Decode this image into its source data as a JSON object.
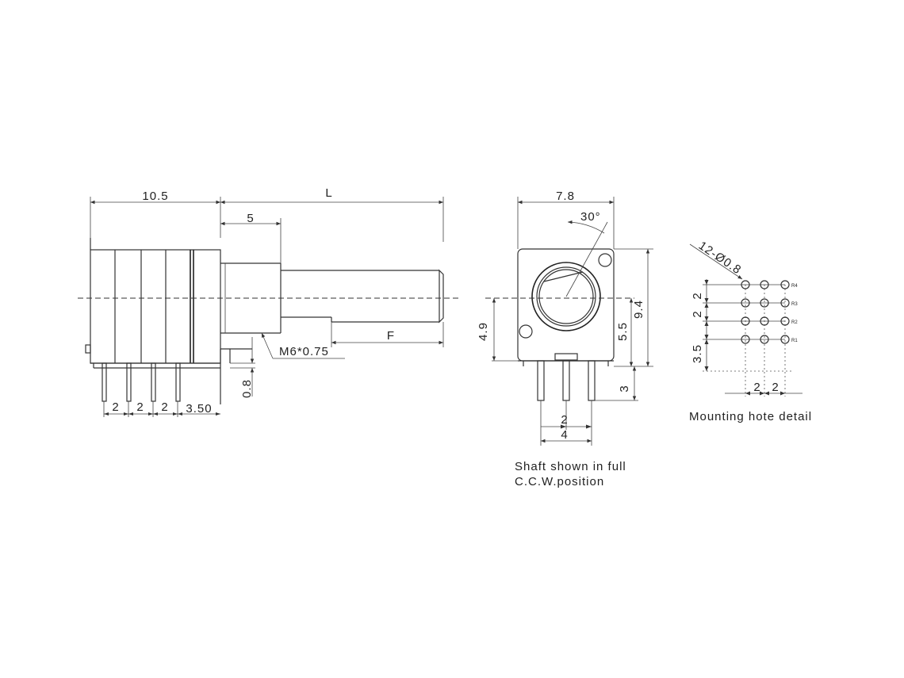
{
  "side_view": {
    "dim_body": "10.5",
    "dim_shaft": "L",
    "dim_bushing": "5",
    "dim_flat": "F",
    "thread": "M6*0.75",
    "dim_pin_offset": "0.8",
    "pin_pitch_1": "2",
    "pin_pitch_2": "2",
    "pin_pitch_3": "2",
    "dim_last": "3.50"
  },
  "front_view": {
    "dim_width": "7.8",
    "angle": "30°",
    "dim_height": "9.4",
    "dim_center": "5.5",
    "dim_left": "4.9",
    "dim_pin_len": "3",
    "dim_pin_pitch": "2",
    "dim_pin_span": "4",
    "caption_line1": "Shaft shown in full",
    "caption_line2": "C.C.W.position"
  },
  "mounting": {
    "hole_dia": "12-Ø0.8",
    "row_pitch_1": "2",
    "row_pitch_2": "2",
    "row_pitch_3": "3.5",
    "col_pitch_1": "2",
    "col_pitch_2": "2",
    "rows": [
      "R4",
      "R3",
      "R2",
      "R1"
    ],
    "caption": "Mounting hote detail"
  }
}
